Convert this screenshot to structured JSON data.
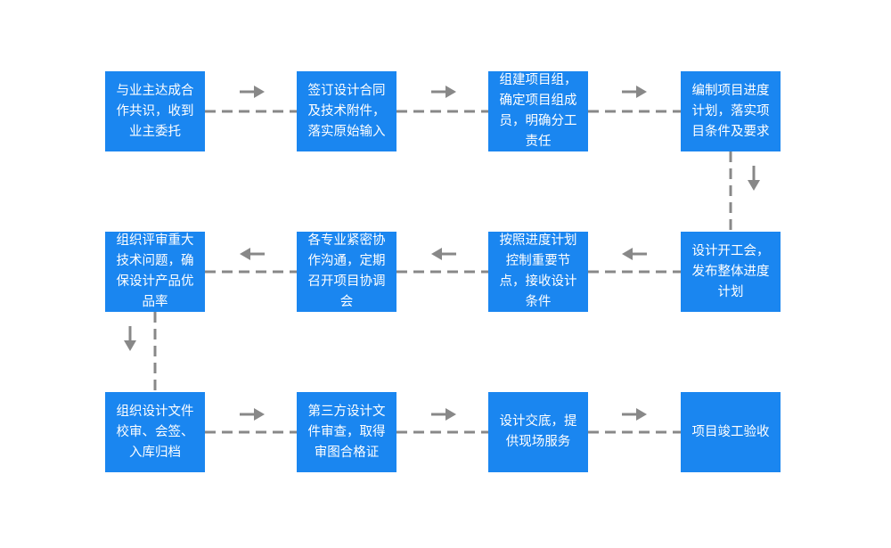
{
  "flowchart": {
    "steps": [
      {
        "id": 1,
        "text": "与业主达成合\n作共识，收到\n业主委托"
      },
      {
        "id": 2,
        "text": "签订设计合同\n及技术附件，\n落实原始输入"
      },
      {
        "id": 3,
        "text": "组建项目组，\n确定项目组成\n员，明确分工\n责任"
      },
      {
        "id": 4,
        "text": "编制项目进度\n计划，落实项\n目条件及要求"
      },
      {
        "id": 5,
        "text": "设计开工会，\n发布整体进度\n计划"
      },
      {
        "id": 6,
        "text": "按照进度计划\n控制重要节\n点，接收设计\n条件"
      },
      {
        "id": 7,
        "text": "各专业紧密协\n作沟通，定期\n召开项目协调\n会"
      },
      {
        "id": 8,
        "text": "组织评审重大\n技术问题，确\n保设计产品优\n品率"
      },
      {
        "id": 9,
        "text": "组织设计文件\n校审、会签、\n入库归档"
      },
      {
        "id": 10,
        "text": "第三方设计文\n件审查，取得\n审图合格证"
      },
      {
        "id": 11,
        "text": "设计交底，提\n供现场服务"
      },
      {
        "id": 12,
        "text": "项目竣工验收"
      }
    ],
    "colors": {
      "box": "#1a86f0",
      "connector": "#888888",
      "text": "#ffffff"
    }
  }
}
